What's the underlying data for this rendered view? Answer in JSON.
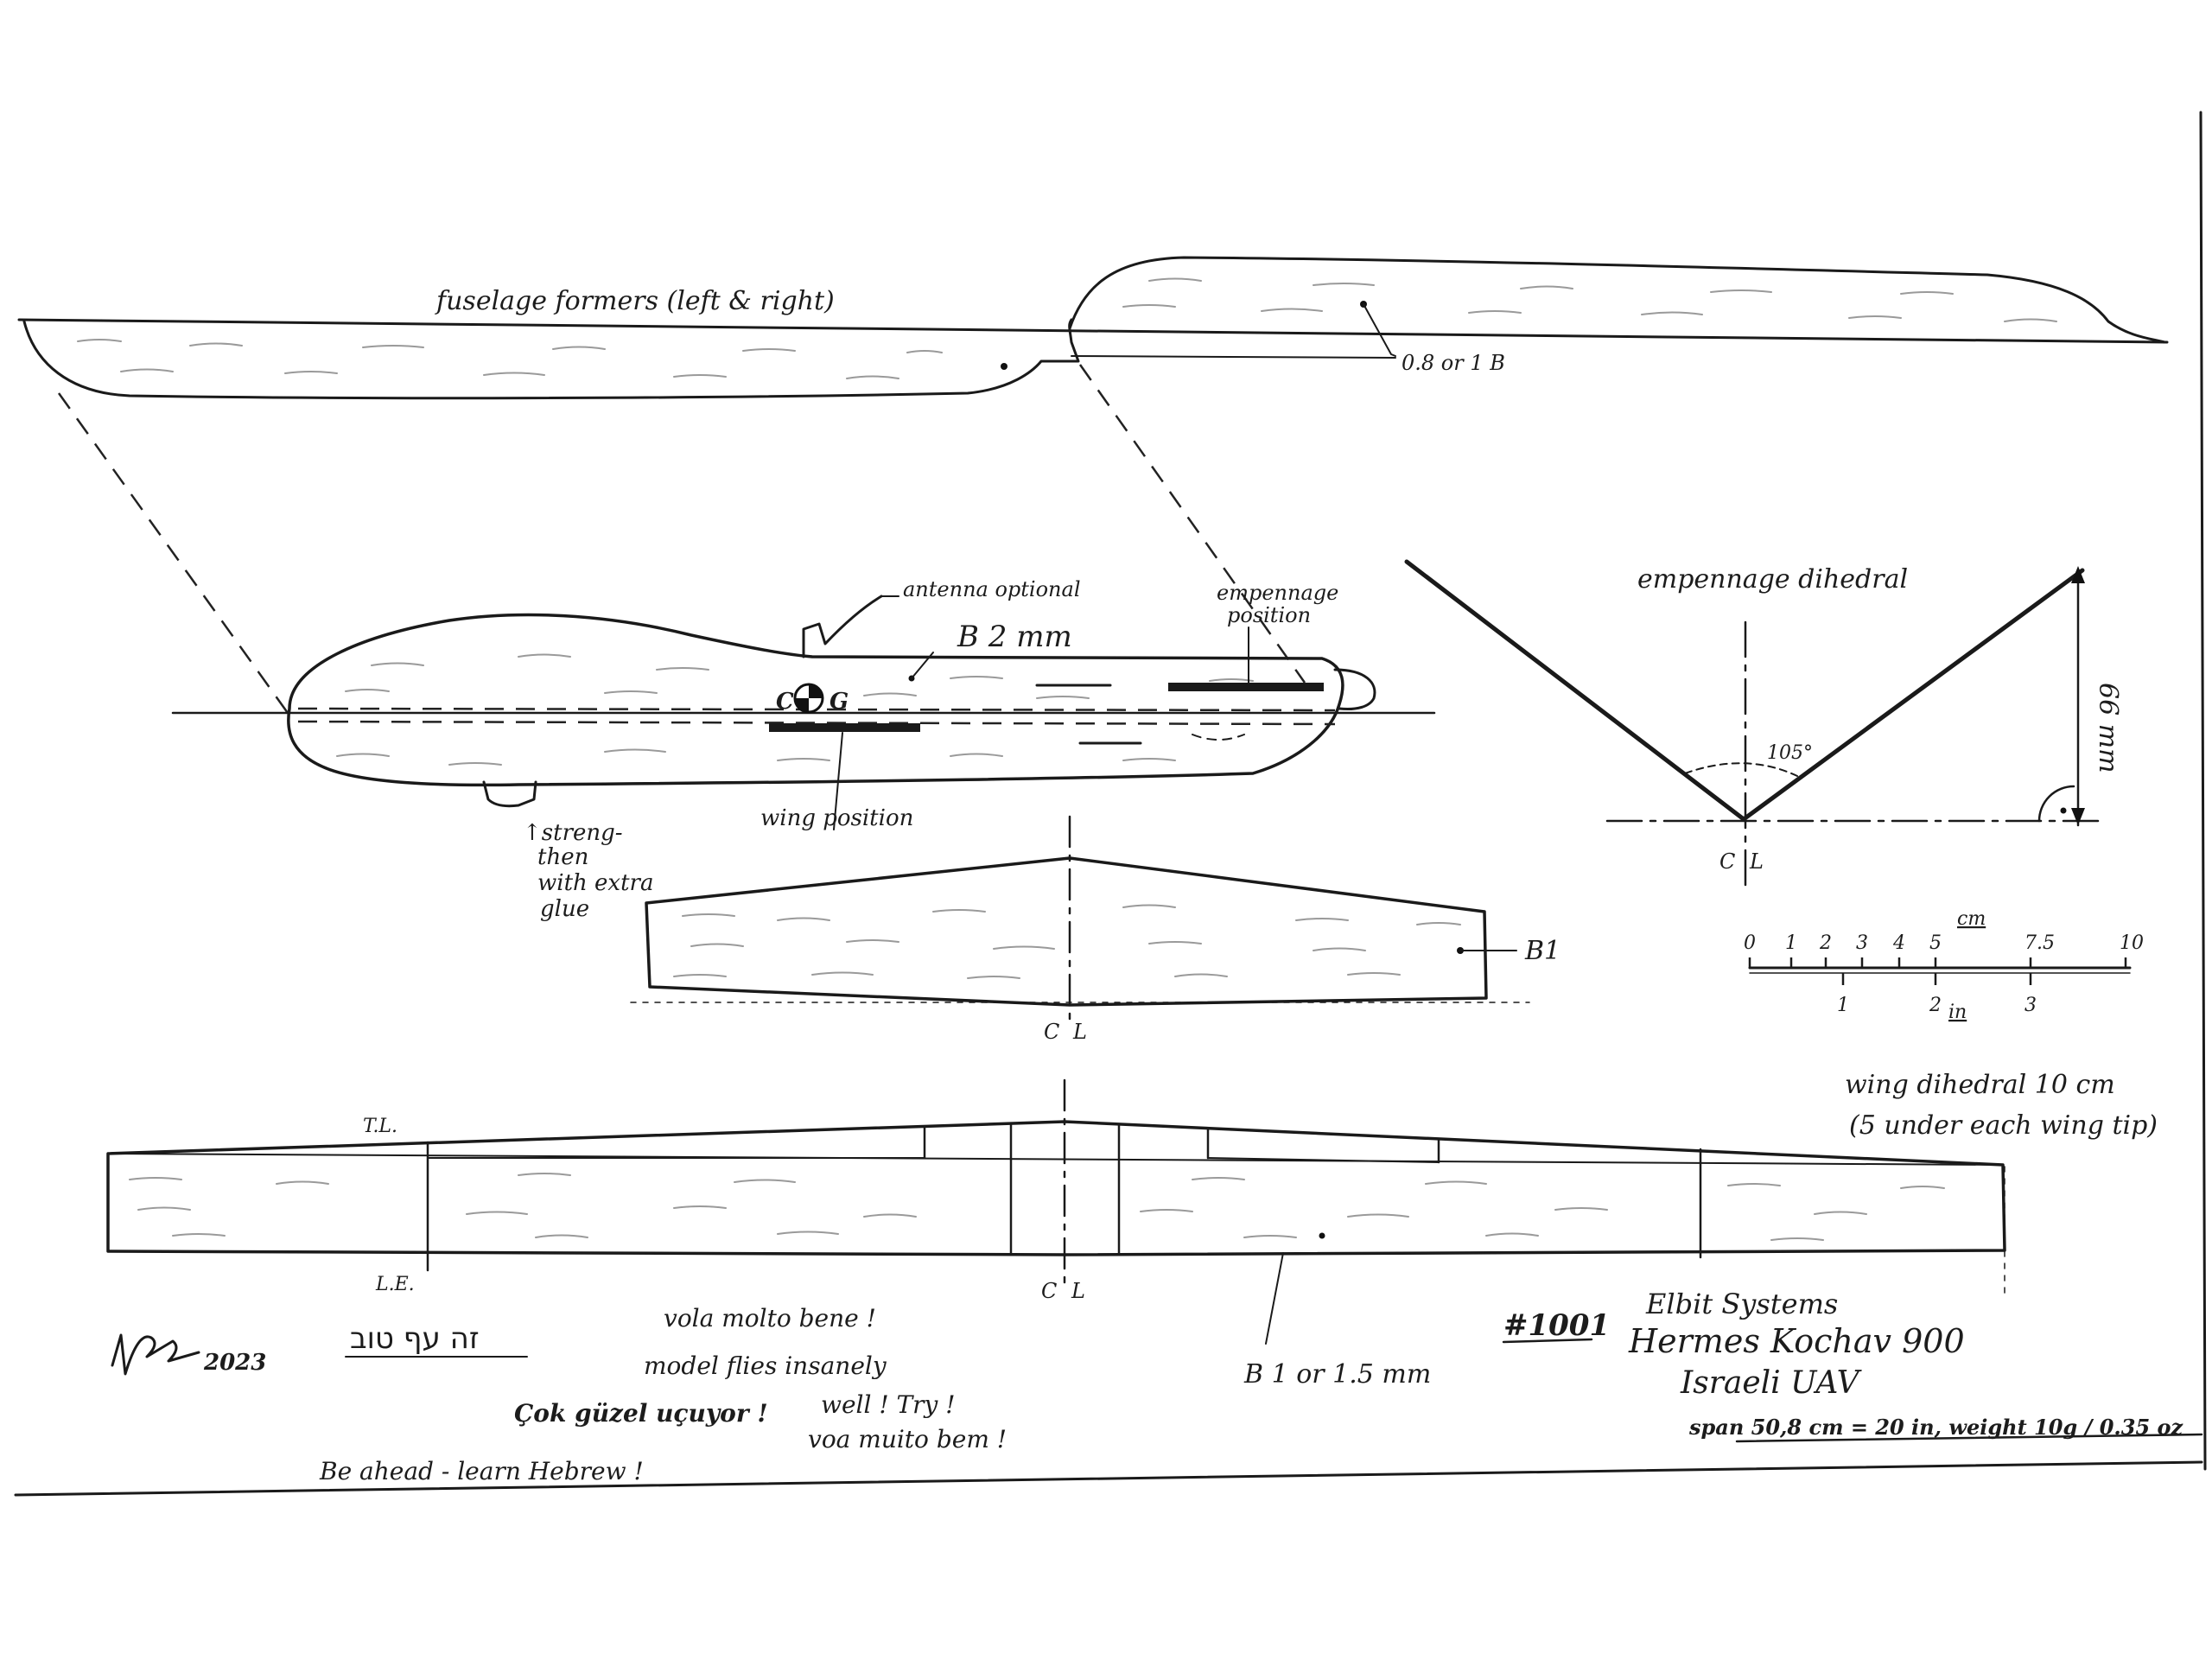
{
  "labels": {
    "fuselage_formers": "fuselage formers (left & right)",
    "former_material": "0.8 or 1 B",
    "antenna": "antenna optional",
    "fuselage_material": "B 2 mm",
    "cg_c": "C",
    "cg_g": "G",
    "empennage_position_1": "empennage",
    "empennage_position_2": "position",
    "wing_position": "wing position",
    "strengthen": [
      "↑streng-",
      "then",
      "with extra",
      "glue"
    ],
    "empennage_dihedral": "empennage dihedral",
    "angle": "105°",
    "height": "66 mm",
    "cl_c": "C",
    "cl_l": "L",
    "tail_material": "B1",
    "te": "T.L.",
    "le": "L.E.",
    "wing_dihedral_1": "wing dihedral 10 cm",
    "wing_dihedral_2": "(5 under each wing tip)",
    "wing_material": "B 1 or 1.5 mm"
  },
  "scale": {
    "cm_label": "cm",
    "in_label": "in",
    "cm_ticks": [
      "0",
      "1",
      "2",
      "3",
      "4",
      "5",
      "7.5",
      "10"
    ],
    "in_ticks": [
      "1",
      "2",
      "3"
    ]
  },
  "notes": {
    "signature_year": "2023",
    "hebrew": "זה עף טוב",
    "italian": "vola molto bene !",
    "english_1": "model flies insanely",
    "english_2": "well ! Try !",
    "turkish": "Çok güzel uçuyor !",
    "portuguese": "voa muito bem !",
    "hebrew_learn": "Be ahead - learn Hebrew !"
  },
  "title_block": {
    "number": "#1001",
    "company": "Elbit Systems",
    "model": "Hermes Kochav 900",
    "type": "Israeli UAV",
    "specs": "span 50,8 cm = 20 in, weight 10g / 0.35 oz"
  }
}
